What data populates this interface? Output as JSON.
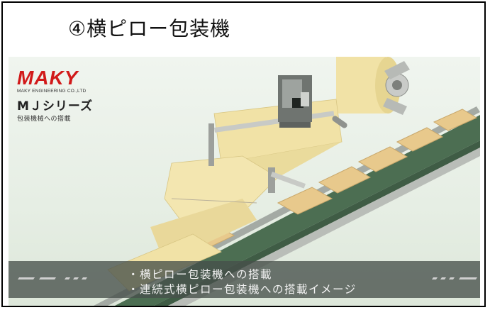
{
  "title": "④横ピロー包装機",
  "logo": {
    "mark": "MAKY",
    "company": "MAKY ENGINEERING CO.,LTD",
    "series": "MＪシリーズ",
    "series_sub": "包装機械への搭載"
  },
  "caption": {
    "line1": "・横ピロー包装機への搭載",
    "line2": "・連続式横ピロー包装機への搭載イメージ"
  },
  "colors": {
    "logo_red": "#d11a1a",
    "film": "#f1e2a6",
    "product": "#e8c98c",
    "belt": "#4c6e52",
    "rail": "#9aa09a",
    "caption_band": "#46504a"
  }
}
